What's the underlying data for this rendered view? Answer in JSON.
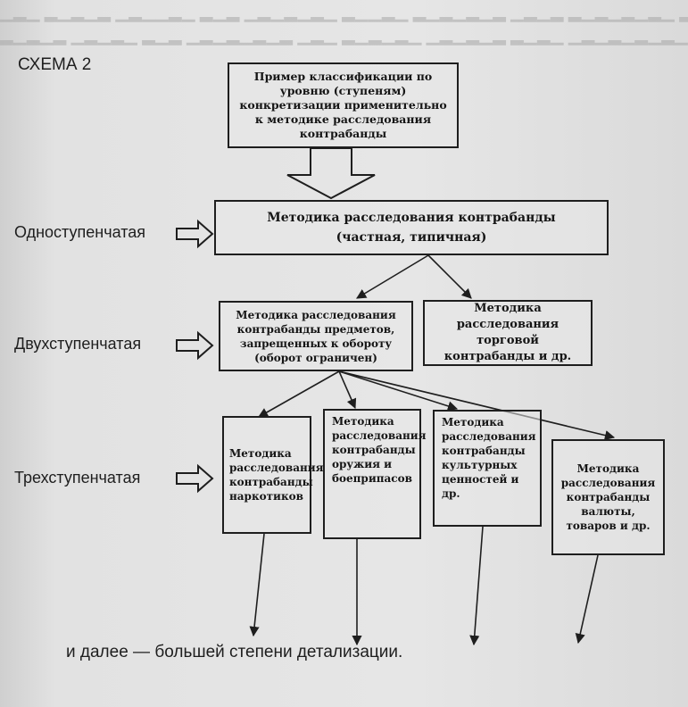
{
  "scheme_title": "СХЕМА 2",
  "top_box": {
    "text": "Пример классификации по уровню (ступеням) конкретизации применительно к методике расследования контрабанды"
  },
  "main_box": {
    "line1": "Методика расследования контрабанды",
    "line2": "(частная, типичная)"
  },
  "level2_boxes": [
    {
      "text": "Методика расследования контрабанды предметов, запрещенных к обороту (оборот ограничен)"
    },
    {
      "text": "Методика расследования торговой контрабанды и др."
    }
  ],
  "level3_boxes": [
    {
      "text": "Методика расследования контрабанды наркотиков"
    },
    {
      "text": "Методика расследования контрабанды оружия и боеприпасов"
    },
    {
      "text": "Методика расследования контрабанды культурных ценностей и др."
    },
    {
      "text": "Методика расследования контрабанды валюты, товаров и др."
    }
  ],
  "levels": {
    "one": "Одноступенчатая",
    "two": "Двухступенчатая",
    "three": "Трехступенчатая"
  },
  "footer": "и далее — большей степени детализации."
}
